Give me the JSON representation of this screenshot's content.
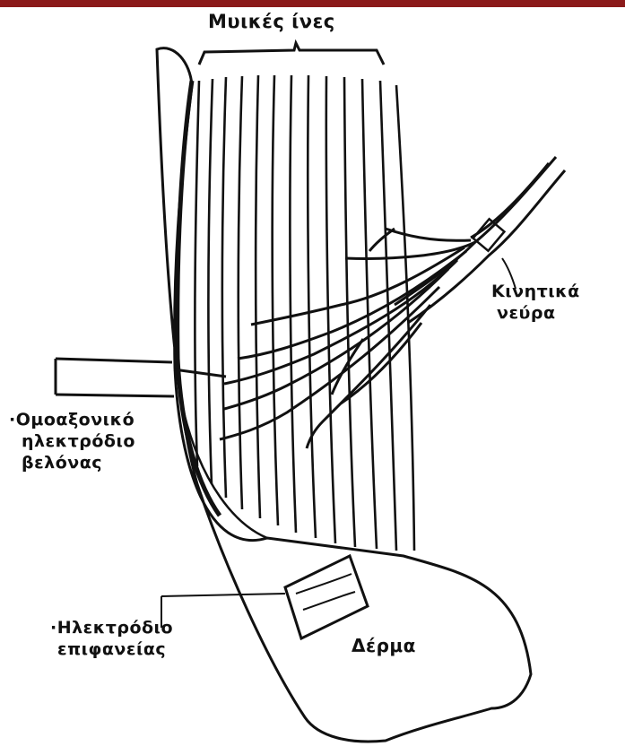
{
  "header": {
    "accent_color": "#8b1a1a"
  },
  "labels": {
    "muscle_fibers": "Μυικές ίνες",
    "motor_nerves_line1": "Κινητικά",
    "motor_nerves_line2": "νεύρα",
    "needle_electrode_line1": "·Ομοαξονικό",
    "needle_electrode_line2": "ηλεκτρόδιο",
    "needle_electrode_line3": "βελόνας",
    "surface_electrode_line1": "·Ηλεκτρόδιο",
    "surface_electrode_line2": "επιφανείας",
    "skin": "Δέρμα"
  }
}
